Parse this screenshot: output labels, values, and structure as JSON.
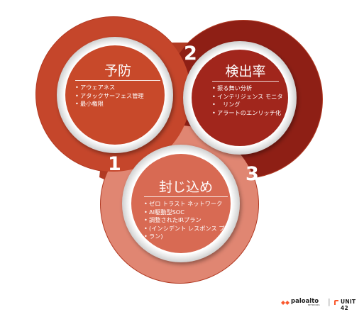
{
  "sections": [
    {
      "number": "1",
      "title": "予防",
      "items": [
        "アウェアネス",
        "アタックサーフェス管理",
        "最小権限"
      ]
    },
    {
      "number": "2",
      "title": "検出率",
      "items": [
        "振る舞い分析",
        "インテリジェンス モニタ",
        "リング",
        "アラートのエンリッチ化"
      ]
    },
    {
      "number": "3",
      "title": "封じ込め",
      "items": [
        "ゼロ トラスト ネットワーク",
        "AI駆動型SOC",
        "調整されたIRプラン",
        "(インシデント レスポンス プ",
        "ラン)"
      ]
    }
  ],
  "footer": {
    "logo_text": "paloalto",
    "logo_subtext": "NETWORKS",
    "separator": "|",
    "unit_text": "UNIT 42"
  },
  "colors": {
    "section_1": "#c84a2c",
    "section_2": "#a1281c",
    "section_3": "#d86a52",
    "ring": "#ebebeb",
    "frame": "#b13a23"
  }
}
